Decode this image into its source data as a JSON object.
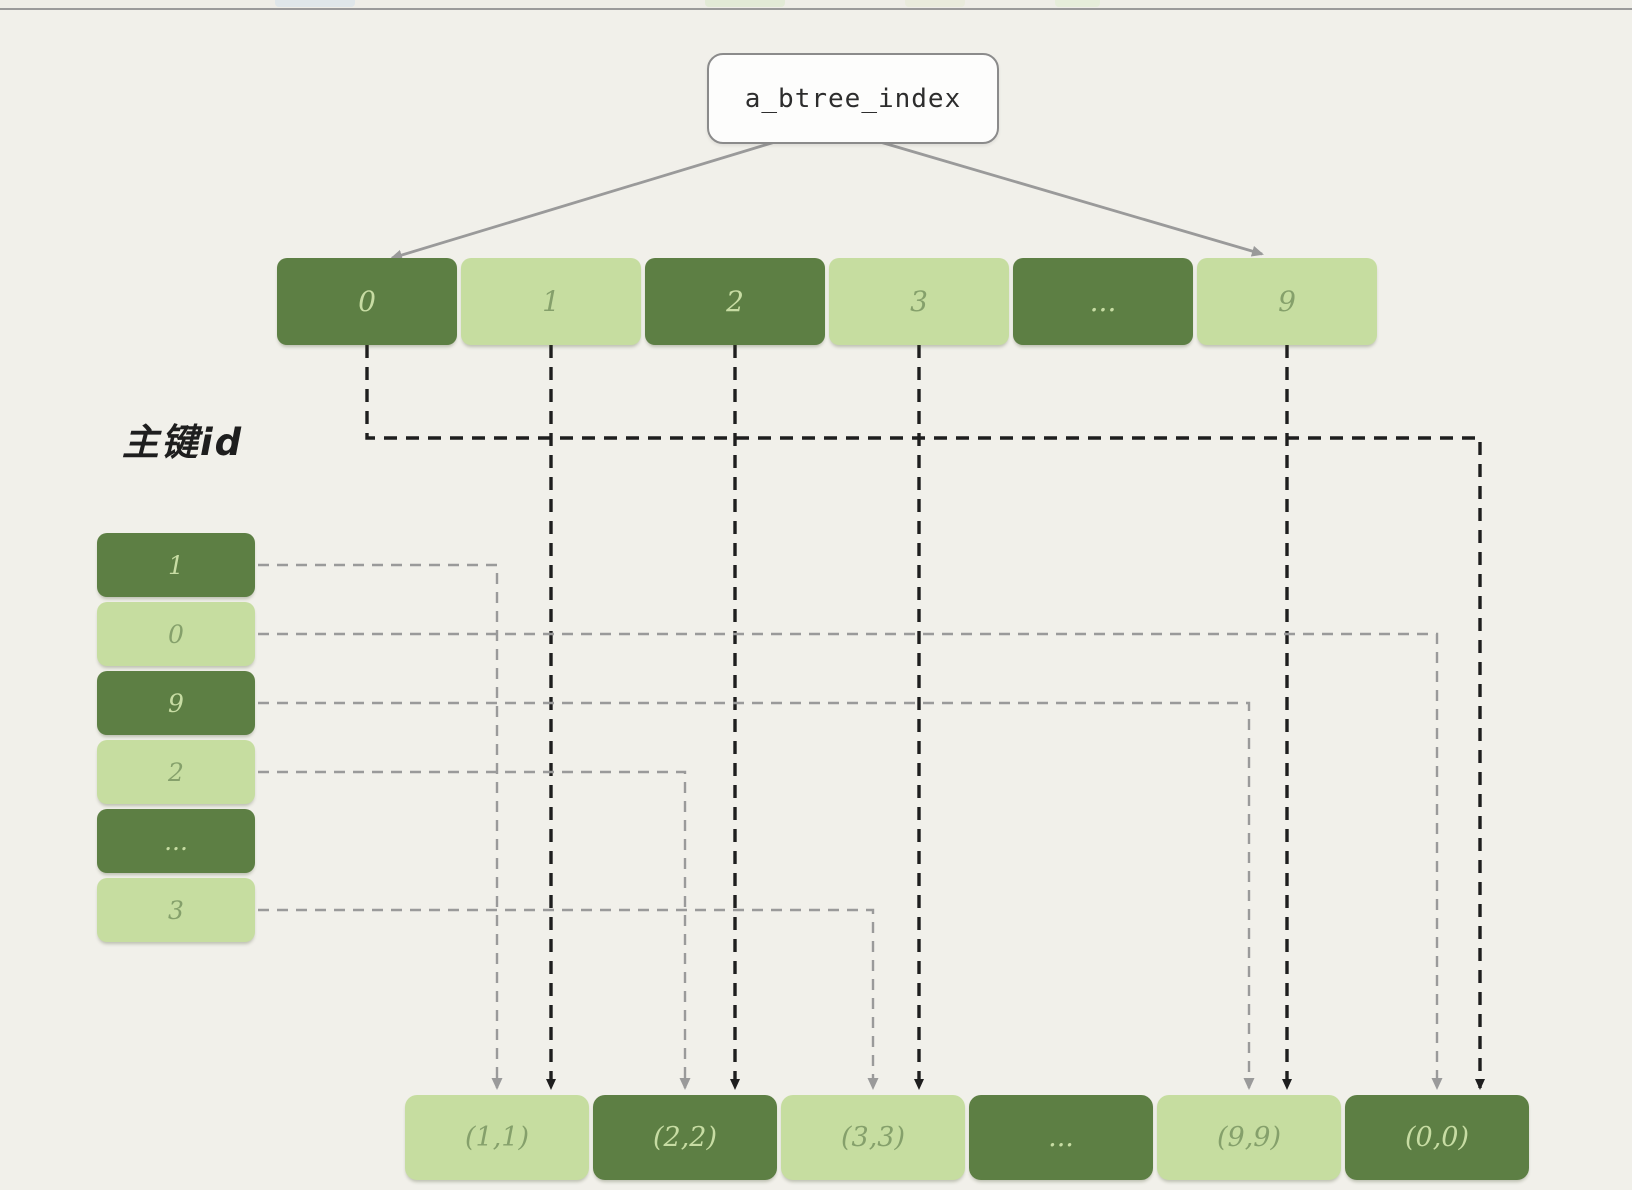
{
  "title_node": {
    "label": "a_btree_index"
  },
  "primary_key_label": "主键id",
  "top_row": {
    "cells": [
      {
        "label": "0",
        "variant": "dark"
      },
      {
        "label": "1",
        "variant": "light"
      },
      {
        "label": "2",
        "variant": "dark"
      },
      {
        "label": "3",
        "variant": "light"
      },
      {
        "label": "...",
        "variant": "dark"
      },
      {
        "label": "9",
        "variant": "light"
      }
    ]
  },
  "left_column": {
    "cells": [
      {
        "label": "1",
        "variant": "dark"
      },
      {
        "label": "0",
        "variant": "light"
      },
      {
        "label": "9",
        "variant": "dark"
      },
      {
        "label": "2",
        "variant": "light"
      },
      {
        "label": "...",
        "variant": "dark"
      },
      {
        "label": "3",
        "variant": "light"
      }
    ]
  },
  "bottom_row": {
    "cells": [
      {
        "label": "(1,1)",
        "variant": "light"
      },
      {
        "label": "(2,2)",
        "variant": "dark"
      },
      {
        "label": "(3,3)",
        "variant": "light"
      },
      {
        "label": "...",
        "variant": "dark"
      },
      {
        "label": "(9,9)",
        "variant": "light"
      },
      {
        "label": "(0,0)",
        "variant": "dark"
      }
    ]
  },
  "colors": {
    "dark_green": "#5d7f44",
    "light_green": "#c6dda0",
    "background": "#f1f0ea",
    "black_line": "#1e1e1e",
    "grey_line": "#9a9a9a"
  }
}
